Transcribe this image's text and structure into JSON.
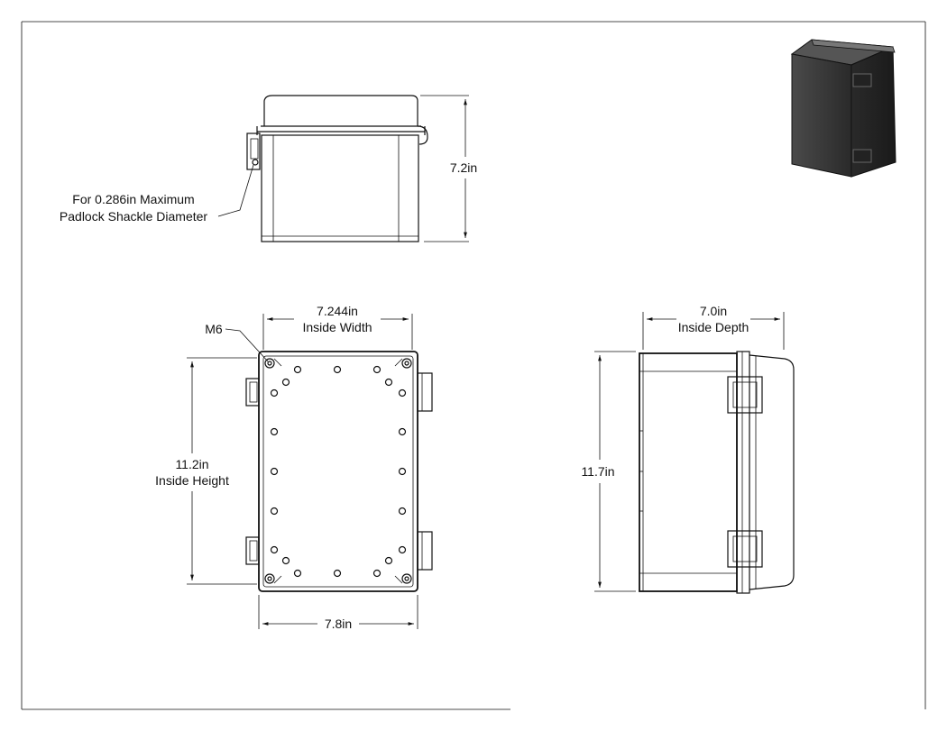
{
  "notes": {
    "padlock_line1": "For 0.286in Maximum",
    "padlock_line2": "Padlock Shackle Diameter",
    "thread": "M6"
  },
  "dimensions": {
    "overall_height": "7.2in",
    "inside_width_value": "7.244in",
    "inside_width_label": "Inside Width",
    "inside_height_value": "11.2in",
    "inside_height_label": "Inside Height",
    "overall_width": "7.8in",
    "inside_depth_value": "7.0in",
    "inside_depth_label": "Inside Depth",
    "overall_length": "11.7in"
  }
}
